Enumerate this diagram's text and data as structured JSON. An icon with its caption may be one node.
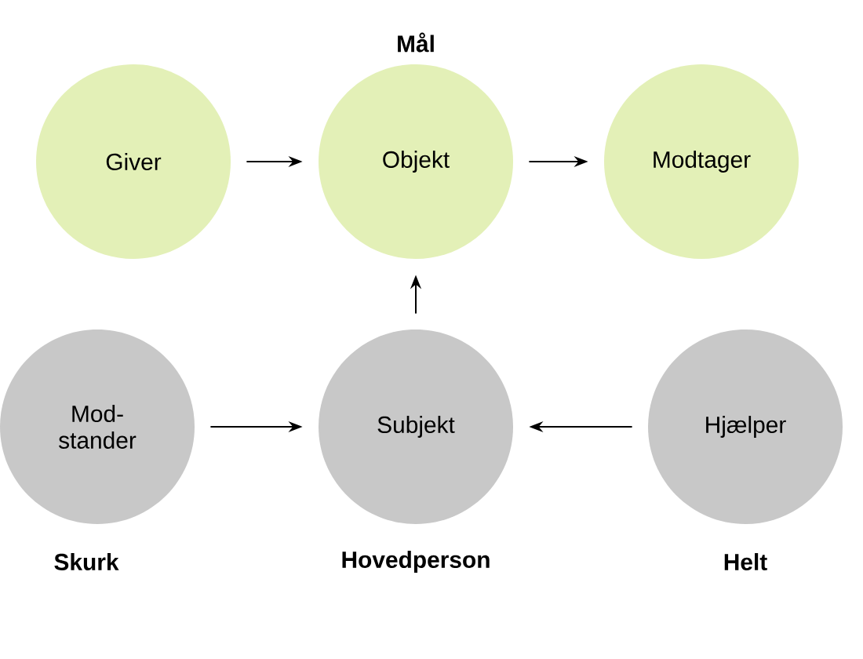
{
  "diagram": {
    "nodes": [
      {
        "text": [
          "Giver"
        ]
      },
      {
        "text": [
          "Objekt"
        ],
        "beside": [
          "Mål"
        ]
      },
      {
        "text": [
          "Modtager"
        ]
      },
      {
        "text": [
          "Mod- stander"
        ],
        "beside": [
          "Skurk"
        ]
      },
      {
        "text": [
          "Subjekt"
        ],
        "beside": [
          "Hovedperson"
        ]
      },
      {
        "text": [
          "Hjælper"
        ],
        "beside": [
          "Helt"
        ]
      }
    ],
    "edges": [
      {
        "from": 0,
        "to": 1,
        "arrow": "to"
      },
      {
        "from": 1,
        "to": 2,
        "arrow": "to"
      },
      {
        "from": 4,
        "to": 1,
        "arrow": "to"
      },
      {
        "from": 3,
        "to": 4,
        "arrow": "to"
      },
      {
        "from": 5,
        "to": 4,
        "arrow": "to"
      }
    ]
  }
}
